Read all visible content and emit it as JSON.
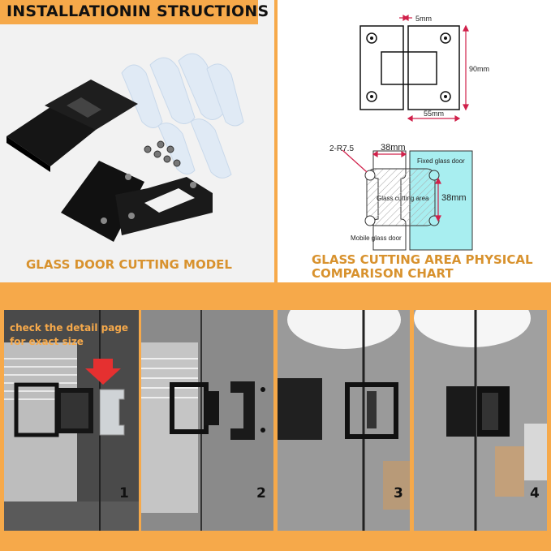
{
  "top_left": {
    "title": "INSTALLATIONIN STRUCTIONS",
    "caption": "GLASS DOOR CUTTING MODEL"
  },
  "top_right": {
    "dim_gap": "5mm",
    "dim_height": "90mm",
    "dim_width": "55mm",
    "radius_label": "2-R7.5",
    "cut_width": "38mm",
    "cut_height": "38mm",
    "fixed_label": "Fixed glass door",
    "cut_area_label": "Glass cutting area",
    "mobile_label": "Mobile glass door",
    "caption_line1": "GLASS CUTTING AREA PHYSICAL",
    "caption_line2": "COMPARISON CHART"
  },
  "steps": {
    "note_line1": "check the detail page",
    "note_line2": "for exact size",
    "numbers": [
      "1",
      "2",
      "3",
      "4"
    ]
  },
  "colors": {
    "accent": "#f6a94a",
    "caption": "#d8922e",
    "hardware": "#151515",
    "dimension": "#d0204a",
    "fixed_glass": "#a8eef0",
    "arrow": "#e53030"
  },
  "icons": [
    "hinge-parts-photo",
    "screw-icon",
    "hinge-diagram",
    "cutting-diagram",
    "down-arrow-icon"
  ]
}
